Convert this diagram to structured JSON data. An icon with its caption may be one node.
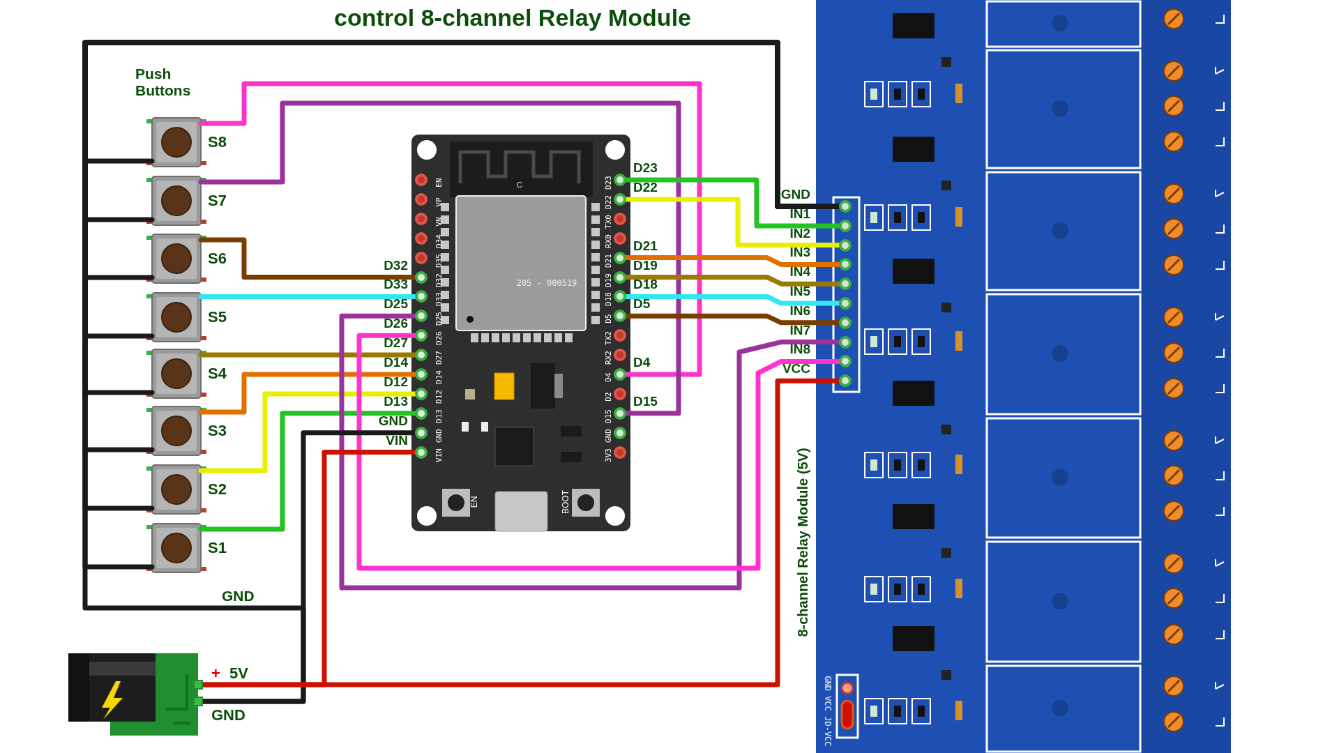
{
  "diagram": {
    "title": "control 8-channel Relay Module",
    "nodes": [
      {
        "text": [
          "S8"
        ]
      },
      {
        "text": [
          "S7"
        ]
      },
      {
        "text": [
          "S6"
        ]
      },
      {
        "text": [
          "S5"
        ]
      },
      {
        "text": [
          "S4"
        ]
      },
      {
        "text": [
          "S3"
        ]
      },
      {
        "text": [
          "S2"
        ]
      },
      {
        "text": [
          "S1"
        ]
      },
      {
        "text": [],
        "shape": "box"
      },
      {
        "text": [
          "EN"
        ],
        "in": 8
      },
      {
        "text": [
          "VP"
        ],
        "in": 8
      },
      {
        "text": [
          "VN"
        ],
        "in": 8
      },
      {
        "text": [
          "D34"
        ],
        "in": 8
      },
      {
        "text": [
          "D35"
        ],
        "in": 8
      },
      {
        "text": [
          "D32"
        ],
        "in": 8,
        "beside": [
          "D32"
        ]
      },
      {
        "text": [
          "D33"
        ],
        "in": 8,
        "beside": [
          "D33"
        ]
      },
      {
        "text": [
          "D25"
        ],
        "in": 8,
        "beside": [
          "D25"
        ]
      },
      {
        "text": [
          "D26"
        ],
        "in": 8,
        "beside": [
          "D26"
        ]
      },
      {
        "text": [
          "D27"
        ],
        "in": 8,
        "beside": [
          "D27"
        ]
      },
      {
        "text": [
          "D14"
        ],
        "in": 8,
        "beside": [
          "D14"
        ]
      },
      {
        "text": [
          "D12"
        ],
        "in": 8,
        "beside": [
          "D12"
        ]
      },
      {
        "text": [
          "D13"
        ],
        "in": 8,
        "beside": [
          "D13"
        ]
      },
      {
        "text": [
          "GND"
        ],
        "in": 8,
        "beside": [
          "GND"
        ]
      },
      {
        "text": [
          "VIN"
        ],
        "in": 8,
        "beside": [
          "VIN"
        ]
      },
      {
        "text": [
          "D23"
        ],
        "in": 8,
        "beside": [
          "D23"
        ]
      },
      {
        "text": [
          "D22"
        ],
        "in": 8,
        "beside": [
          "D22"
        ]
      },
      {
        "text": [
          "TX0"
        ],
        "in": 8
      },
      {
        "text": [
          "RX0"
        ],
        "in": 8
      },
      {
        "text": [
          "D21"
        ],
        "in": 8,
        "beside": [
          "D21"
        ]
      },
      {
        "text": [
          "D19"
        ],
        "in": 8,
        "beside": [
          "D19"
        ]
      },
      {
        "text": [
          "D18"
        ],
        "in": 8,
        "beside": [
          "D18"
        ]
      },
      {
        "text": [
          "D5"
        ],
        "in": 8,
        "beside": [
          "D5"
        ]
      },
      {
        "text": [
          "TX2"
        ],
        "in": 8
      },
      {
        "text": [
          "RX2"
        ],
        "in": 8
      },
      {
        "text": [
          "D4"
        ],
        "in": 8,
        "beside": [
          "D4"
        ]
      },
      {
        "text": [
          "D2"
        ],
        "in": 8
      },
      {
        "text": [
          "D15"
        ],
        "in": 8,
        "beside": [
          "D15"
        ]
      },
      {
        "text": [
          "GND"
        ],
        "in": 8
      },
      {
        "text": [
          "3V3"
        ],
        "in": 8
      },
      {
        "text": [
          "8-channel Relay Module (5V)"
        ]
      },
      {
        "text": [
          "GND"
        ],
        "in": 39
      },
      {
        "text": [
          "IN1"
        ],
        "in": 39
      },
      {
        "text": [
          "IN2"
        ],
        "in": 39
      },
      {
        "text": [
          "IN3"
        ],
        "in": 39
      },
      {
        "text": [
          "IN4"
        ],
        "in": 39
      },
      {
        "text": [
          "IN5"
        ],
        "in": 39
      },
      {
        "text": [
          "IN6"
        ],
        "in": 39
      },
      {
        "text": [
          "IN7"
        ],
        "in": 39
      },
      {
        "text": [
          "IN8"
        ],
        "in": 39
      },
      {
        "text": [
          "VCC"
        ],
        "in": 39
      },
      {
        "text": [],
        "shape": "picture"
      },
      {
        "text": [
          "+",
          "5V"
        ],
        "in": 50
      },
      {
        "text": [
          "GND"
        ],
        "in": 50
      }
    ],
    "edges": [
      {
        "from": 0,
        "to": 34,
        "arrow": "none",
        "color": "#ff33cc"
      },
      {
        "from": 1,
        "to": 36,
        "arrow": "none",
        "color": "#993399"
      },
      {
        "from": 2,
        "to": 14,
        "arrow": "none",
        "color": "#7a3d00"
      },
      {
        "from": 3,
        "to": 15,
        "arrow": "none",
        "color": "#33e6f0"
      },
      {
        "from": 4,
        "to": 18,
        "arrow": "none",
        "color": "#9a7a00"
      },
      {
        "from": 5,
        "to": 19,
        "arrow": "none",
        "color": "#e07000"
      },
      {
        "from": 6,
        "to": 20,
        "arrow": "none",
        "color": "#e6f000"
      },
      {
        "from": 7,
        "to": 21,
        "arrow": "none",
        "color": "#22c422"
      },
      {
        "from": 24,
        "to": 41,
        "arrow": "none",
        "color": "#22c422"
      },
      {
        "from": 25,
        "to": 42,
        "arrow": "none",
        "color": "#e6f000"
      },
      {
        "from": 28,
        "to": 43,
        "arrow": "none",
        "color": "#e07000"
      },
      {
        "from": 29,
        "to": 44,
        "arrow": "none",
        "color": "#9a7a00"
      },
      {
        "from": 30,
        "to": 45,
        "arrow": "none",
        "color": "#33e6f0"
      },
      {
        "from": 31,
        "to": 46,
        "arrow": "none",
        "color": "#7a3d00"
      },
      {
        "from": 16,
        "to": 47,
        "arrow": "none",
        "color": "#993399"
      },
      {
        "from": 17,
        "to": 48,
        "arrow": "none",
        "color": "#ff33cc"
      },
      {
        "from": 0,
        "to": 40,
        "arrow": "none",
        "color": "#1a1a1a"
      },
      {
        "from": 1,
        "to": 40,
        "arrow": "none",
        "color": "#1a1a1a"
      },
      {
        "from": 2,
        "to": 40,
        "arrow": "none",
        "color": "#1a1a1a"
      },
      {
        "from": 3,
        "to": 40,
        "arrow": "none",
        "color": "#1a1a1a"
      },
      {
        "from": 4,
        "to": 40,
        "arrow": "none",
        "color": "#1a1a1a"
      },
      {
        "from": 5,
        "to": 40,
        "arrow": "none",
        "color": "#1a1a1a"
      },
      {
        "from": 6,
        "to": 40,
        "arrow": "none",
        "color": "#1a1a1a"
      },
      {
        "from": 7,
        "to": 40,
        "arrow": "none",
        "color": "#1a1a1a"
      },
      {
        "from": 52,
        "to": 22,
        "arrow": "none",
        "color": "#1a1a1a"
      },
      {
        "from": 52,
        "to": 40,
        "arrow": "none",
        "color": "#1a1a1a"
      },
      {
        "from": 51,
        "to": 23,
        "arrow": "none",
        "color": "#cc1100"
      },
      {
        "from": 51,
        "to": 49,
        "arrow": "none",
        "color": "#cc1100"
      }
    ],
    "labels": [
      "Push Buttons",
      "GND",
      "C",
      "205 - 000519",
      "EN",
      "BOOT",
      "GND VCC JD-VCC"
    ]
  }
}
